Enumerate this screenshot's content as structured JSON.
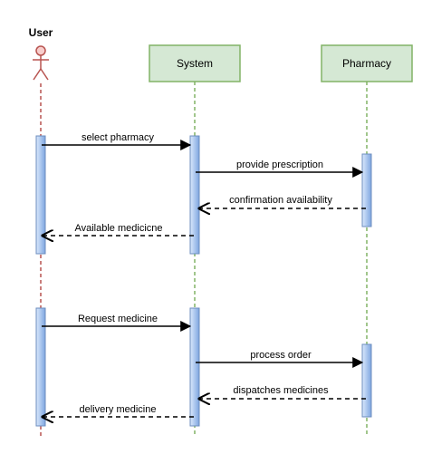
{
  "participants": {
    "user": {
      "label": "User",
      "kind": "actor",
      "lifeline_color": "#b85450",
      "actor_fill": "#f8cecc",
      "actor_stroke": "#b85450"
    },
    "system": {
      "label": "System",
      "kind": "box",
      "fill": "#d5e8d4",
      "stroke": "#82b366",
      "lifeline_color": "#82b366"
    },
    "pharmacy": {
      "label": "Pharmacy",
      "kind": "box",
      "fill": "#d5e8d4",
      "stroke": "#82b366",
      "lifeline_color": "#82b366"
    }
  },
  "activation_style": {
    "fill_top": "#dae8fc",
    "fill_bottom": "#7ea6e0",
    "stroke": "#6c8ebf"
  },
  "messages": [
    {
      "id": "m1",
      "from": "user",
      "to": "system",
      "label": "select pharmacy",
      "style": "sync"
    },
    {
      "id": "m2",
      "from": "system",
      "to": "pharmacy",
      "label": "provide prescription",
      "style": "sync"
    },
    {
      "id": "m3",
      "from": "pharmacy",
      "to": "system",
      "label": "confirmation availability",
      "style": "return"
    },
    {
      "id": "m4",
      "from": "system",
      "to": "user",
      "label": "Available medicicne",
      "style": "return"
    },
    {
      "id": "m5",
      "from": "user",
      "to": "system",
      "label": "Request medicine",
      "style": "sync"
    },
    {
      "id": "m6",
      "from": "system",
      "to": "pharmacy",
      "label": "process order",
      "style": "sync"
    },
    {
      "id": "m7",
      "from": "pharmacy",
      "to": "system",
      "label": "dispatches medicines",
      "style": "return"
    },
    {
      "id": "m8",
      "from": "system",
      "to": "user",
      "label": "delivery medicine",
      "style": "return"
    }
  ]
}
